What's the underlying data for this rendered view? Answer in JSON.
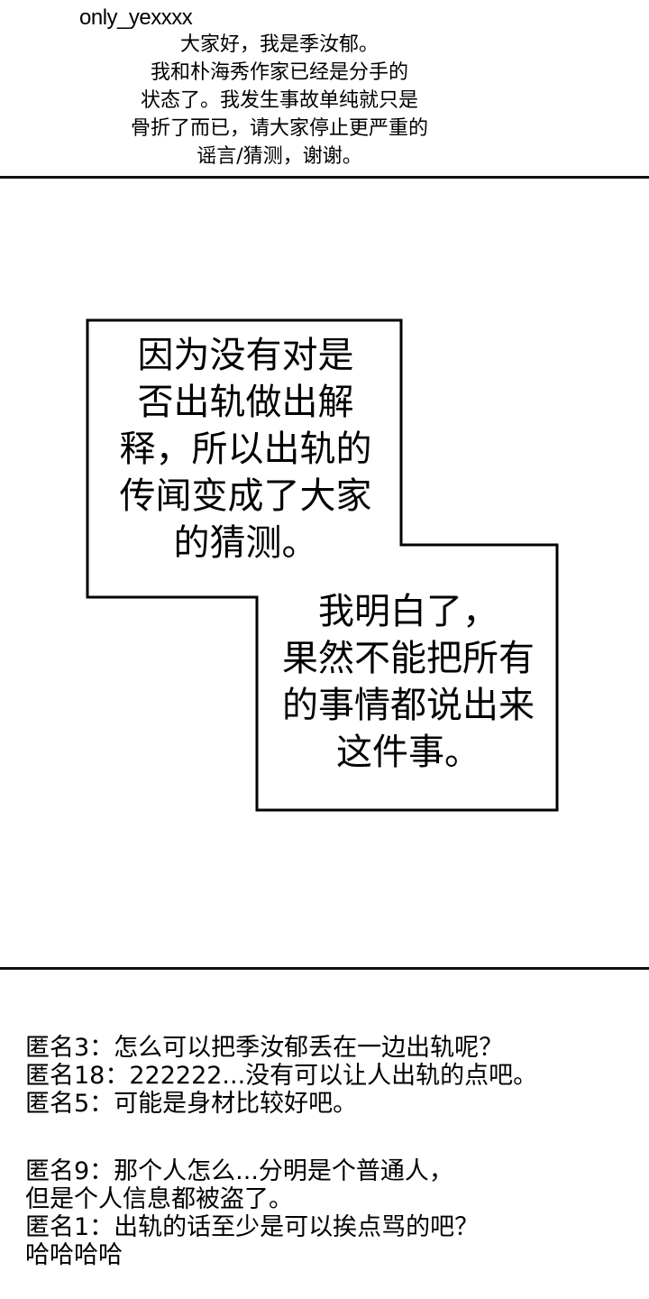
{
  "post": {
    "username": "only_yexxxx",
    "lines": [
      "大家好，我是季汝郁。",
      "我和朴海秀作家已经是分手的",
      "状态了。我发生事故单纯就只是",
      "骨折了而已，请大家停止更严重的",
      "谣言/猜测，谢谢。"
    ]
  },
  "narration": {
    "upper_box": {
      "lines": [
        "因为没有对是",
        "否出轨做出解",
        "释，所以出轨的",
        "传闻变成了大家",
        "的猜测。"
      ]
    },
    "lower_box": {
      "lines": [
        "我明白了，",
        "果然不能把所有",
        "的事情都说出来",
        "这件事。"
      ]
    }
  },
  "comments": {
    "group1": [
      "匿名3：怎么可以把季汝郁丢在一边出轨呢？",
      "匿名18：222222...没有可以让人出轨的点吧。",
      "匿名5：可能是身材比较好吧。"
    ],
    "group2": [
      "匿名9：那个人怎么...分明是个普通人，",
      "但是个人信息都被盗了。",
      "匿名1：出轨的话至少是可以挨点骂的吧？",
      "哈哈哈哈"
    ]
  },
  "colors": {
    "background": "#ffffff",
    "ink": "#000000"
  }
}
